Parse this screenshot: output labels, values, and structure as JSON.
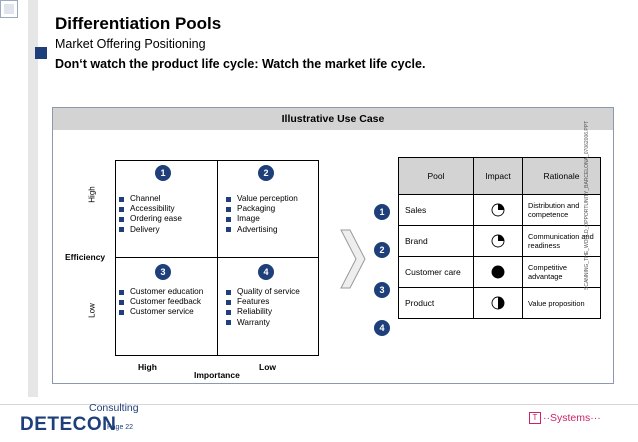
{
  "header": {
    "title": "Differentiation Pools",
    "subtitle": "Market Offering Positioning",
    "headline": "Don‘t watch the product life cycle: Watch the market life cycle."
  },
  "panel": {
    "title": "Illustrative Use Case"
  },
  "matrix": {
    "y_axis_label": "Efficiency",
    "y_high": "High",
    "y_low": "Low",
    "x_axis_label": "Importance",
    "x_high": "High",
    "x_low": "Low",
    "quadrants": [
      {
        "number": "1",
        "items": [
          "Channel",
          "Accessibility",
          "Ordering ease",
          "Delivery"
        ]
      },
      {
        "number": "2",
        "items": [
          "Value perception",
          "Packaging",
          "Image",
          "Advertising"
        ]
      },
      {
        "number": "3",
        "items": [
          "Customer education",
          "Customer feedback",
          "Customer service"
        ]
      },
      {
        "number": "4",
        "items": [
          "Quality of service",
          "Features",
          "Reliability",
          "Warranty"
        ]
      }
    ]
  },
  "table": {
    "columns": [
      "Pool",
      "Impact",
      "Rationale"
    ],
    "rows": [
      {
        "number": "1",
        "pool": "Sales",
        "impact": 0.25,
        "rationale": "Distribution and competence"
      },
      {
        "number": "2",
        "pool": "Brand",
        "impact": 0.25,
        "rationale": "Communication and readiness"
      },
      {
        "number": "3",
        "pool": "Customer care",
        "impact": 1.0,
        "rationale": "Competitive advantage"
      },
      {
        "number": "4",
        "pool": "Product",
        "impact": 0.5,
        "rationale": "Value proposition"
      }
    ]
  },
  "footer": {
    "brand_top": "Consulting",
    "brand_main": "DETECON",
    "page": "Page 22",
    "partner_mark": "T",
    "partner": "··Systems···",
    "side_note": "SCANNING_THE_WORLD_OPPORTUNITY_BARCELONA_07062006.PPT"
  },
  "colors": {
    "accent": "#1e3f7a",
    "panel_header": "#d3d3d3",
    "partner": "#cc2266"
  }
}
